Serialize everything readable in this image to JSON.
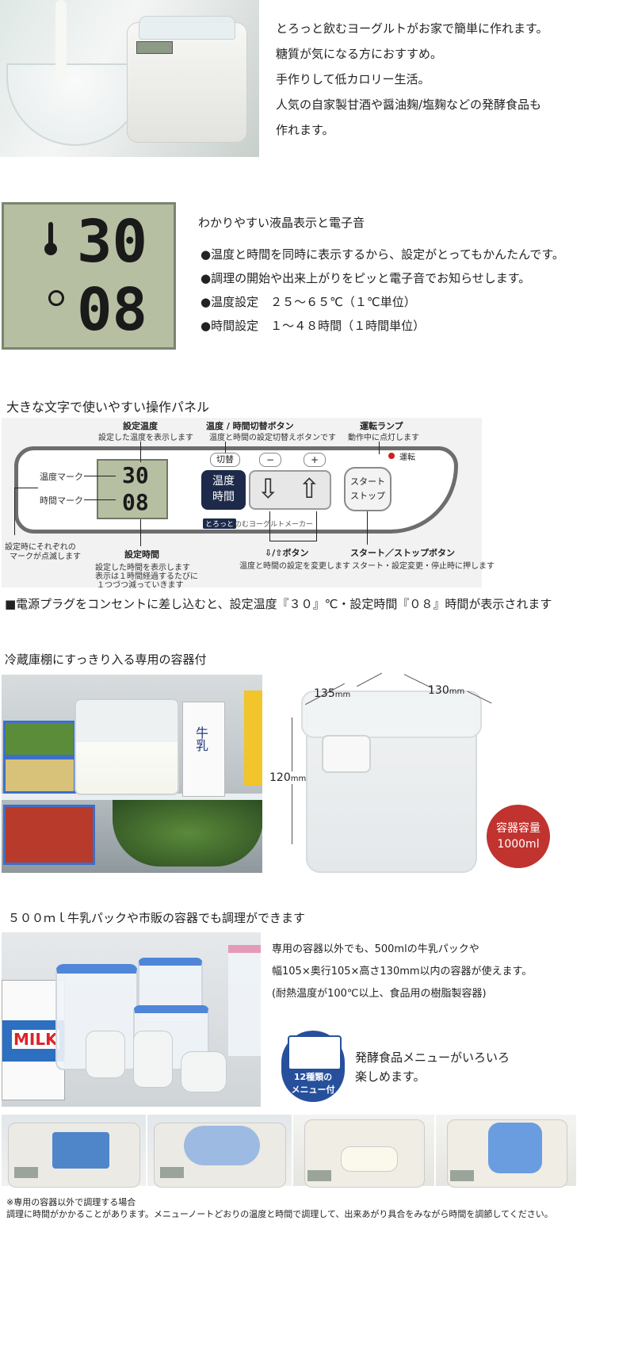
{
  "intro": {
    "lines": [
      "とろっと飲むヨーグルトがお家で簡単に作れます。",
      "糖質が気になる方におすすめ。",
      "手作りして低カロリー生活。",
      "人気の自家製甘酒や醤油麹/塩麹などの発酵食品も",
      "作れます。"
    ]
  },
  "lcd_section": {
    "title": "わかりやすい液晶表示と電子音",
    "temp_value": "30",
    "time_value": "08",
    "bullets": [
      "●温度と時間を同時に表示するから、設定がとってもかんたんです。",
      "●調理の開始や出来上がりをピッと電子音でお知らせします。",
      "●温度設定　２５～６５℃（１℃単位）",
      "●時間設定　１～４８時間（１時間単位）"
    ]
  },
  "panel_section": {
    "title": "大きな文字で使いやすい操作パネル",
    "labels": {
      "set_temp_title": "設定温度",
      "set_temp_desc": "設定した温度を表示します",
      "toggle_title": "温度 / 時間切替ボタン",
      "toggle_desc": "温度と時間の設定切替えボタンです",
      "lamp_title": "運転ランプ",
      "lamp_desc": "動作中に点灯します",
      "temp_mark": "温度マーク",
      "time_mark": "時間マーク",
      "blink_line1": "設定時にそれぞれの",
      "blink_line2": "マークが点滅します",
      "set_time_title": "設定時間",
      "set_time_desc1": "設定した時間を表示します",
      "set_time_desc2": "表示は１時間経過するたびに",
      "set_time_desc3": "１つづつ減っていきます",
      "arrow_title": "⇩/⇧ボタン",
      "arrow_desc": "温度と時間の設定を変更します",
      "start_title": "スタート／ストップボタン",
      "start_desc": "スタート・設定変更・停止時に押します"
    },
    "device": {
      "switch_label": "切替",
      "minus_label": "−",
      "plus_label": "+",
      "run_label": "運転",
      "btn_temp": "温度",
      "btn_time": "時間",
      "start": "スタート",
      "stop": "ストップ",
      "brand1": "とろっと",
      "brand2": "のむヨーグルトメーカー",
      "lcd_temp": "30",
      "lcd_time": "08"
    },
    "note": "■電源プラグをコンセントに差し込むと、設定温度『３０』℃・設定時間『０８』時間が表示されます"
  },
  "container_section": {
    "title": "冷蔵庫棚にすっきり入る専用の容器付",
    "milk_label": "牛乳",
    "dim_width": "135",
    "dim_depth": "130",
    "dim_height": "120",
    "dim_unit": "mm",
    "capacity_label": "容器容量",
    "capacity_value": "1000ml"
  },
  "pack_section": {
    "title": "５００ｍｌ牛乳パックや市販の容器でも調理ができます",
    "milk_text": "MILK",
    "lines": [
      "専用の容器以外でも、500mlの牛乳パックや",
      "幅105×奥行105×高さ130mm以内の容器が使えます。",
      "(耐熱温度が100℃以上、食品用の樹脂製容器)"
    ],
    "badge_line1": "12種類の",
    "badge_line2": "メニュー付",
    "menu_line1": "発酵食品メニューがいろいろ",
    "menu_line2": "楽しめます。"
  },
  "footer": {
    "note1": "※専用の容器以外で調理する場合",
    "note2": "調理に時間がかかることがあります。メニューノートどおりの温度と時間で調理して、出来あがり具合をみながら時間を調節してください。"
  },
  "colors": {
    "lcd_green": "#b7bfa2",
    "panel_navy": "#1d2a4a",
    "badge_blue": "#27509c",
    "capacity_red": "#c0332f"
  }
}
